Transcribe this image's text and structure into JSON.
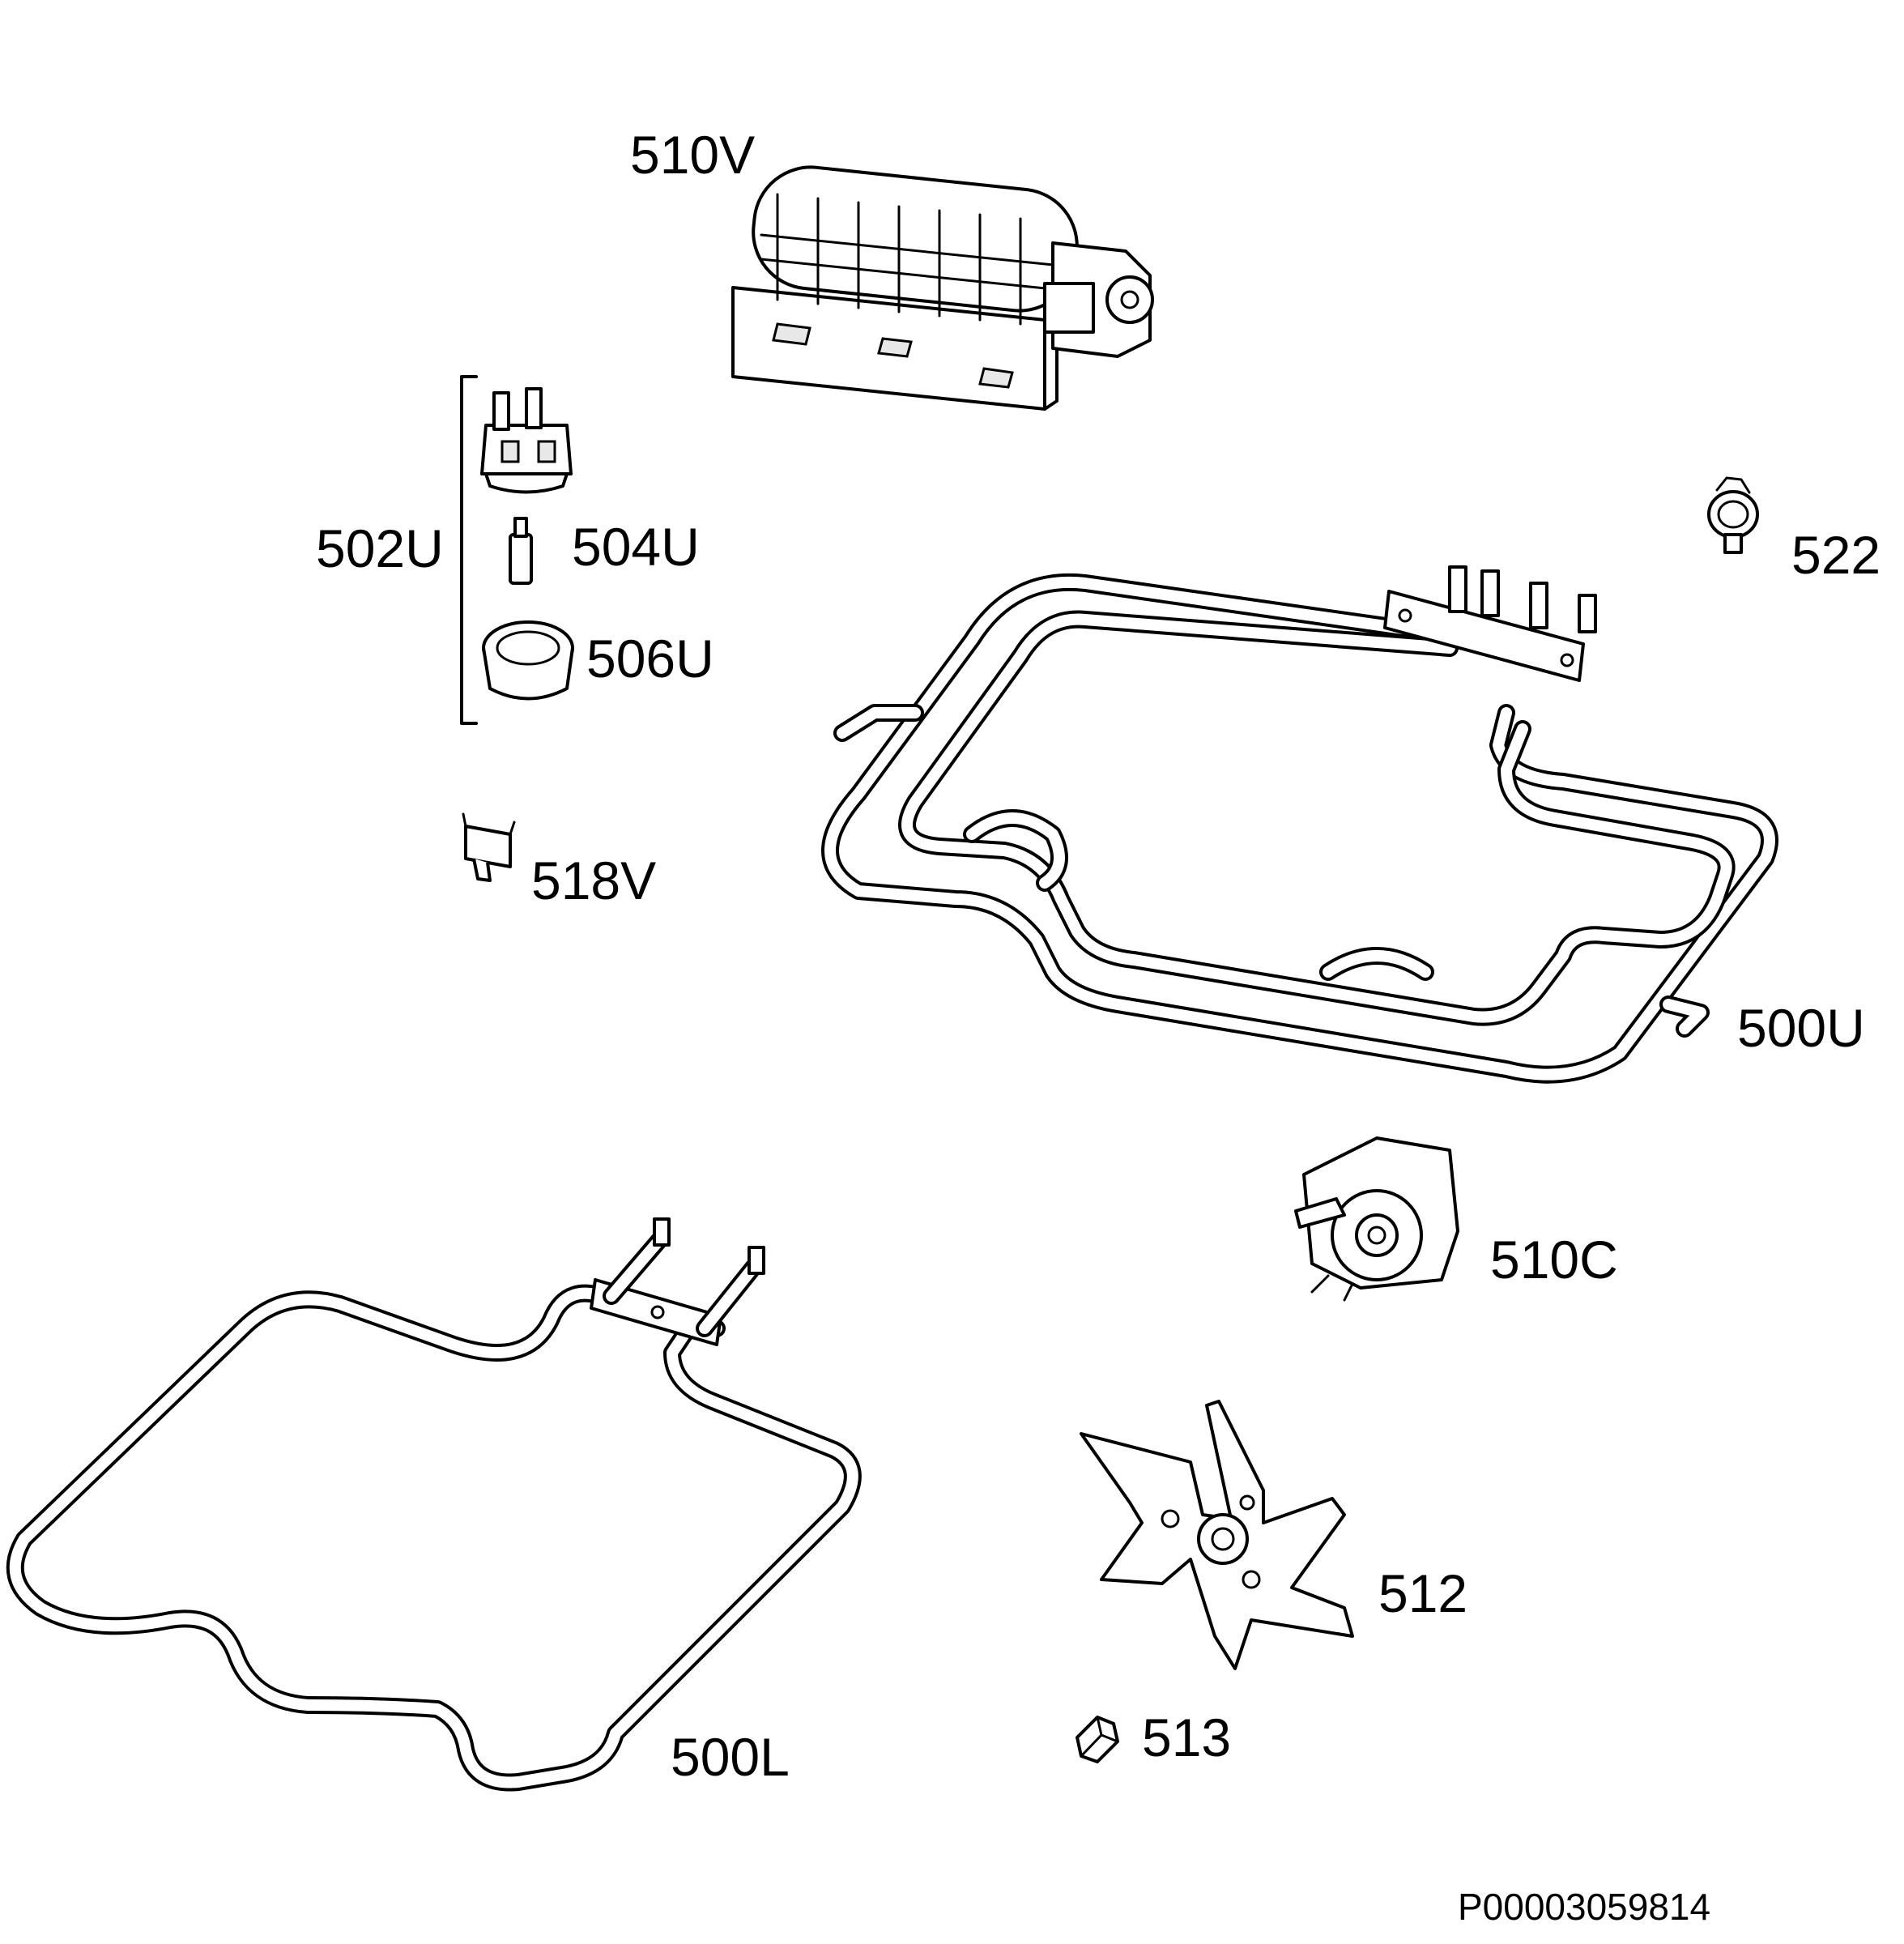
{
  "labels": {
    "fan_tangential": "510V",
    "lamp_assembly": "502U",
    "lamp_bulb": "504U",
    "lamp_cover": "506U",
    "thermostat": "518V",
    "clip": "522",
    "upper_element": "500U",
    "fan_motor": "510C",
    "lower_element": "500L",
    "fan_blade": "512",
    "nut": "513"
  },
  "drawing_code": "P00003059814"
}
